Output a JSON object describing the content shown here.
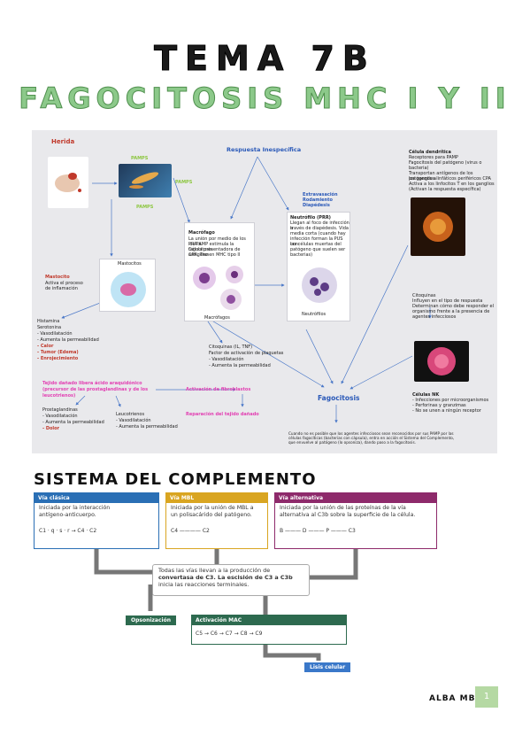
{
  "title": "TEMA 7B",
  "subtitle": "FAGOCITOSIS MHC I Y II",
  "map": {
    "herida": "Herida",
    "pamps1": "PAMPS",
    "pamps2": "PAMPS",
    "pamps3": "PAMPS",
    "respuesta": "Respuesta Inespecífica",
    "extravasacion": [
      "Extravasación",
      "Rodamiento",
      "Diapédesis"
    ],
    "mastocitos_label": "Mastocitos",
    "mastocito_title": "Mastocito",
    "mastocito_text": [
      "Activa el proceso",
      "de inflamación"
    ],
    "histamina": [
      "Histamina",
      "Serotonina",
      "- Vasodilatación",
      "- Aumenta la permeabilidad"
    ],
    "histamina_red": [
      "- Calor",
      "- Tumor (Edema)",
      "- Enrojecimiento"
    ],
    "macrofago_title": "Macrófago",
    "macrofago_text": [
      "La unión por medio de los PRR a",
      "los PAMP estimula la fagocitosis",
      "Célula presentadora de antígeno",
      "CPA. Tienen MHC tipo II"
    ],
    "macrofagos_label": "Macrófagos",
    "neutrofilo_title": "Neutrófilo (PRR)",
    "neutrofilo_text": [
      "Llegan al foco de infección a",
      "través de diapédesis. Vida",
      "media corta (cuando hay",
      "infección forman la PUS con",
      "las células muertas del",
      "patógeno que suelen ser",
      "bacterias)"
    ],
    "neutrofilos_label": "Neutrófilos",
    "dendritica_title": "Célula dendrítica",
    "dendritica_text": [
      "Receptores para PAMP",
      "Fagocitosis del patógeno (virus o",
      "bacteria)",
      "Transportan antígenos de los patógenos a",
      "los ganglios linfáticos periféricos CPA",
      "Activa a los linfocitos T en los ganglios",
      "(Activan la respuesta específica)"
    ],
    "citoquinas_right": [
      "Citoquinas",
      "Influyen en el tipo de respuesta",
      "Determinan cómo debe responder el",
      "organismo frente a la presencia de",
      "agentes infecciosos"
    ],
    "citoquinas_mid": [
      "Citoquinas (IL, TNF)",
      "Factor de activación de plaquetas",
      "- Vasodilatación",
      "- Aumenta la permeabilidad"
    ],
    "tejido": [
      "Tejido dañado libera ácido araquidónico",
      "(precursor de las prostaglandinas y de los",
      "leucotrienos)"
    ],
    "fibroblastos": "Activación de fibroblastos",
    "reparacion": "Reparación del tejido dañado",
    "prostaglandinas": [
      "Prostaglandinas",
      "- Vasodilatación",
      "- Aumenta la permeabilidad"
    ],
    "dolor": "- Dolor",
    "leucotrienos": [
      "Leucotrienos",
      "- Vasodilatación",
      "- Aumenta la permeabilidad"
    ],
    "fagocitosis": "Fagocitosis",
    "nk_title": "Células NK",
    "nk_text": [
      "- Infecciones por microorganismos",
      "- Perforinas y granzimas",
      "- No se unen a ningún receptor"
    ],
    "footnote": [
      "Cuando no es posible que los agentes infecciosos sean reconocidos por sus PAMP por las",
      "células fagocíticas (bacterias con cápsula), entra en acción el Sistema del Complemento,",
      "que envuelve al patógeno (lo opsoniza), dando paso a la fagocitosis."
    ]
  },
  "complement": {
    "section_title": "SISTEMA DEL COMPLEMENTO",
    "routes": [
      {
        "name": "Vía clásica",
        "color": "#2a6fb5",
        "text": [
          "Iniciada por la interacción",
          "antígeno-anticuerpo."
        ],
        "chain": "C1 · q · s · r → C4 · C2"
      },
      {
        "name": "Vía MBL",
        "color": "#d9a521",
        "text": [
          "Iniciada por la unión de MBL a",
          "un polisacárido del patógeno."
        ],
        "chain": "C4 ———— C2"
      },
      {
        "name": "Vía alternativa",
        "color": "#8e2a6b",
        "text": [
          "Iniciada por la unión de las proteínas de la vía",
          "alternativa al C3b sobre la superficie de la célula."
        ],
        "chain": "B ——— D ——— P ——— C3"
      }
    ],
    "convergence": [
      "Todas las vías llevan a la producción de",
      "convertasa de C3. La escisión de C3 a C3b",
      "inicia las reacciones terminales."
    ],
    "opsonizacion": "Opsonización",
    "mac_title": "Activación MAC",
    "mac_chain": "C5 → C6 → C7 → C8 → C9",
    "lisis": "Lisis celular"
  },
  "footer": {
    "author": "ALBA MB",
    "page": "1"
  },
  "colors": {
    "green_title": "#8cc98a",
    "blue_route": "#2a6fb5",
    "gold_route": "#d9a521",
    "purple_route": "#8e2a6b",
    "mac_green": "#2d6a4f",
    "lisis_blue": "#3a78c9"
  }
}
